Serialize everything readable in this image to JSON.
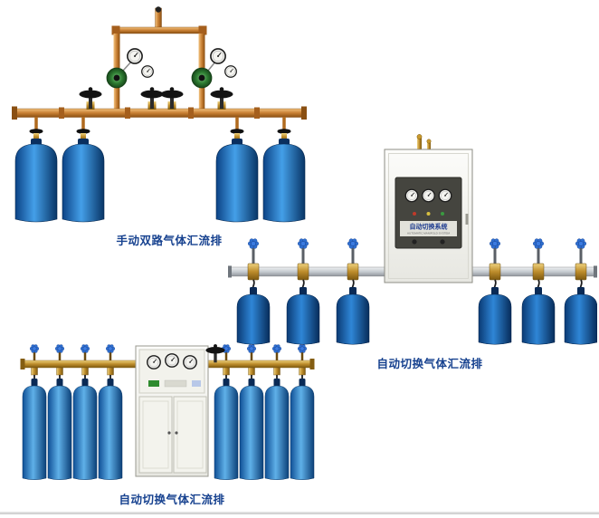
{
  "colors": {
    "caption_text": "#16418f",
    "copper_pipe": "#c87f33",
    "brass_fitting": "#bd8c2b",
    "silver_pipe": "#c6cbd0",
    "cylinder_blue": "#449fe8",
    "cylinder_blue_dark": "#2f86d6",
    "cylinder_blue_light": "#5fb0e8",
    "regulator_green": "#2e7d32",
    "valve_handle_blue": "#2f6fd0",
    "valve_handle_black": "#131313",
    "cabinet_body": "#f2f2ee"
  },
  "products": [
    {
      "id": "manual-dual-gas-manifold",
      "caption": "手动双路气体汇流排",
      "cylinder_count": 4
    },
    {
      "id": "auto-switch-gas-manifold-wall-cabinet",
      "caption": "自动切换气体汇流排",
      "cabinet_label": "自动切换系统",
      "cabinet_sublabel": "AUTOMATIC MANIFOLD SYSTEM",
      "cylinder_count": 6
    },
    {
      "id": "auto-switch-gas-manifold-floor-cabinet",
      "caption": "自动切换气体汇流排",
      "cylinder_count": 8
    }
  ]
}
